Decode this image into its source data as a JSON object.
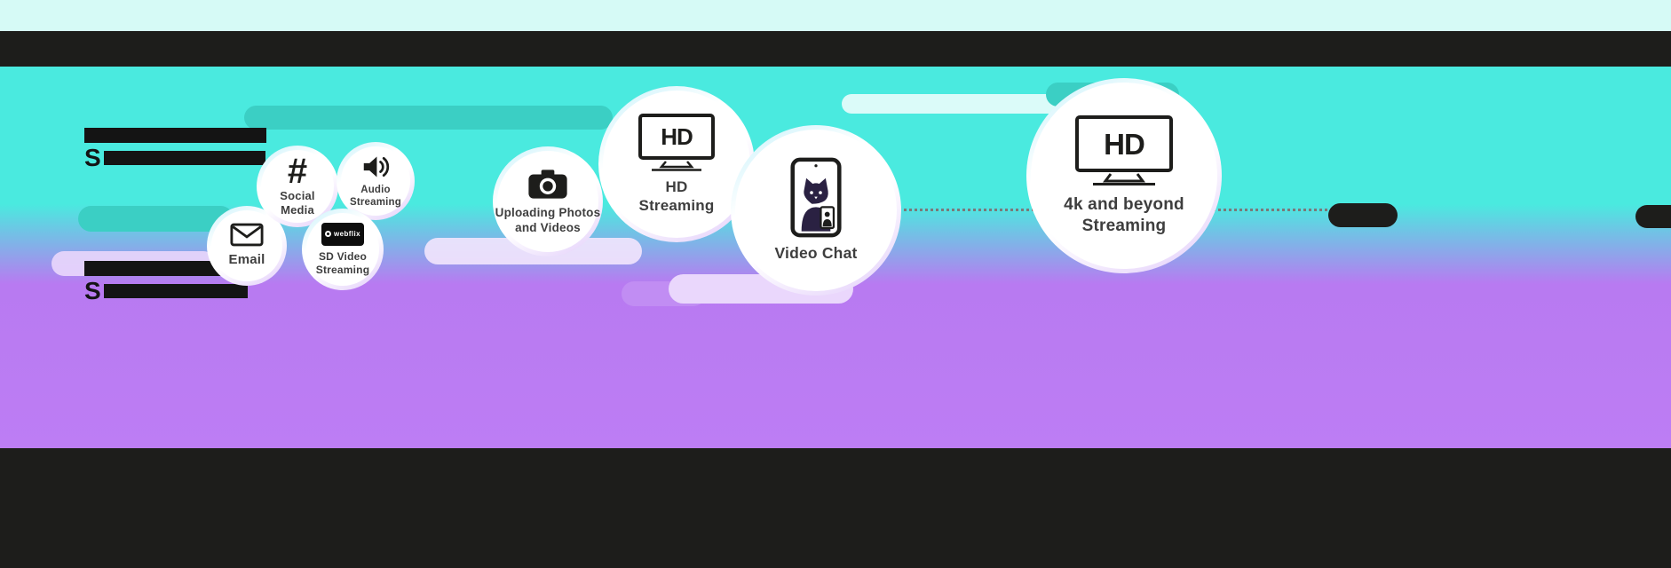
{
  "colors": {
    "pale_strip": "#d6faf6",
    "bar_black": "#1d1d1b",
    "teal_bg": "#4aeadf",
    "purple_mid": "#b87af1",
    "purple_bg": "#bd7df4",
    "pill_teal": "#3bcfc4",
    "pill_white": "#ffffff",
    "pill_lavender": "#ead7fc",
    "pill_lavender_light": "#f3e6fd",
    "pill_purple": "#c18df3",
    "dot_line": "#7a7a7a",
    "label": "#3e3e3e",
    "icon": "#1d1d1b",
    "cat": "#2a2142"
  },
  "redacted": {
    "block_a_visible": "S",
    "block_b_visible": "S"
  },
  "bubbles": [
    {
      "id": "email",
      "label": "Email"
    },
    {
      "id": "social-media",
      "label": "Social Media"
    },
    {
      "id": "audio-streaming",
      "label": "Audio Streaming"
    },
    {
      "id": "sd-video-streaming",
      "label": "SD Video Streaming",
      "screen_text": "webflix"
    },
    {
      "id": "uploading-photos",
      "label": "Uploading Photos and Videos"
    },
    {
      "id": "hd-streaming",
      "label": "HD Streaming",
      "icon_text": "HD"
    },
    {
      "id": "video-chat",
      "label": "Video Chat"
    },
    {
      "id": "4k-streaming",
      "label": "4k and beyond Streaming",
      "icon_text": "HD"
    }
  ]
}
